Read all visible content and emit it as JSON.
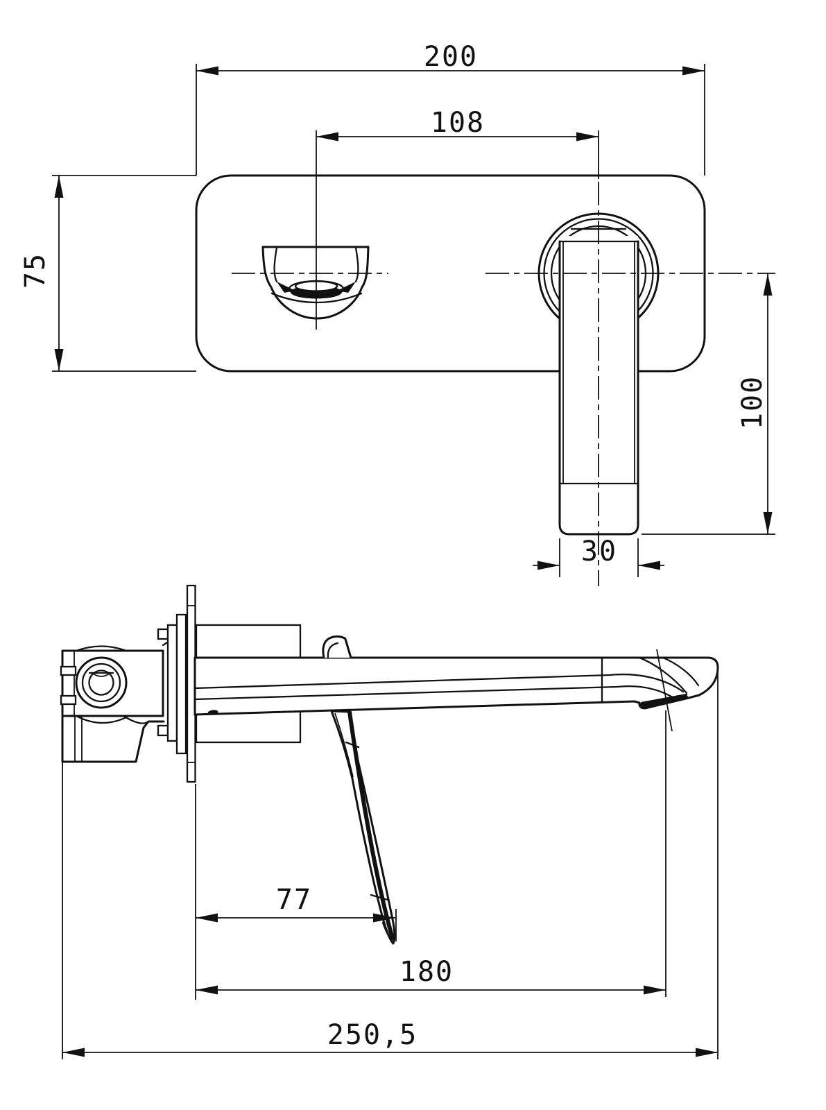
{
  "drawing": {
    "type": "technical-dimension-drawing",
    "subject": "wall-mounted-basin-mixer-tap",
    "background": "#ffffff",
    "stroke_color": "#111111",
    "dimensions": {
      "plate_width": "200",
      "spout_to_handle_center": "108",
      "plate_height": "75",
      "handle_length": "100",
      "handle_width": "30",
      "lever_tip_offset": "77",
      "spout_reach": "180",
      "overall_depth": "250,5"
    }
  }
}
